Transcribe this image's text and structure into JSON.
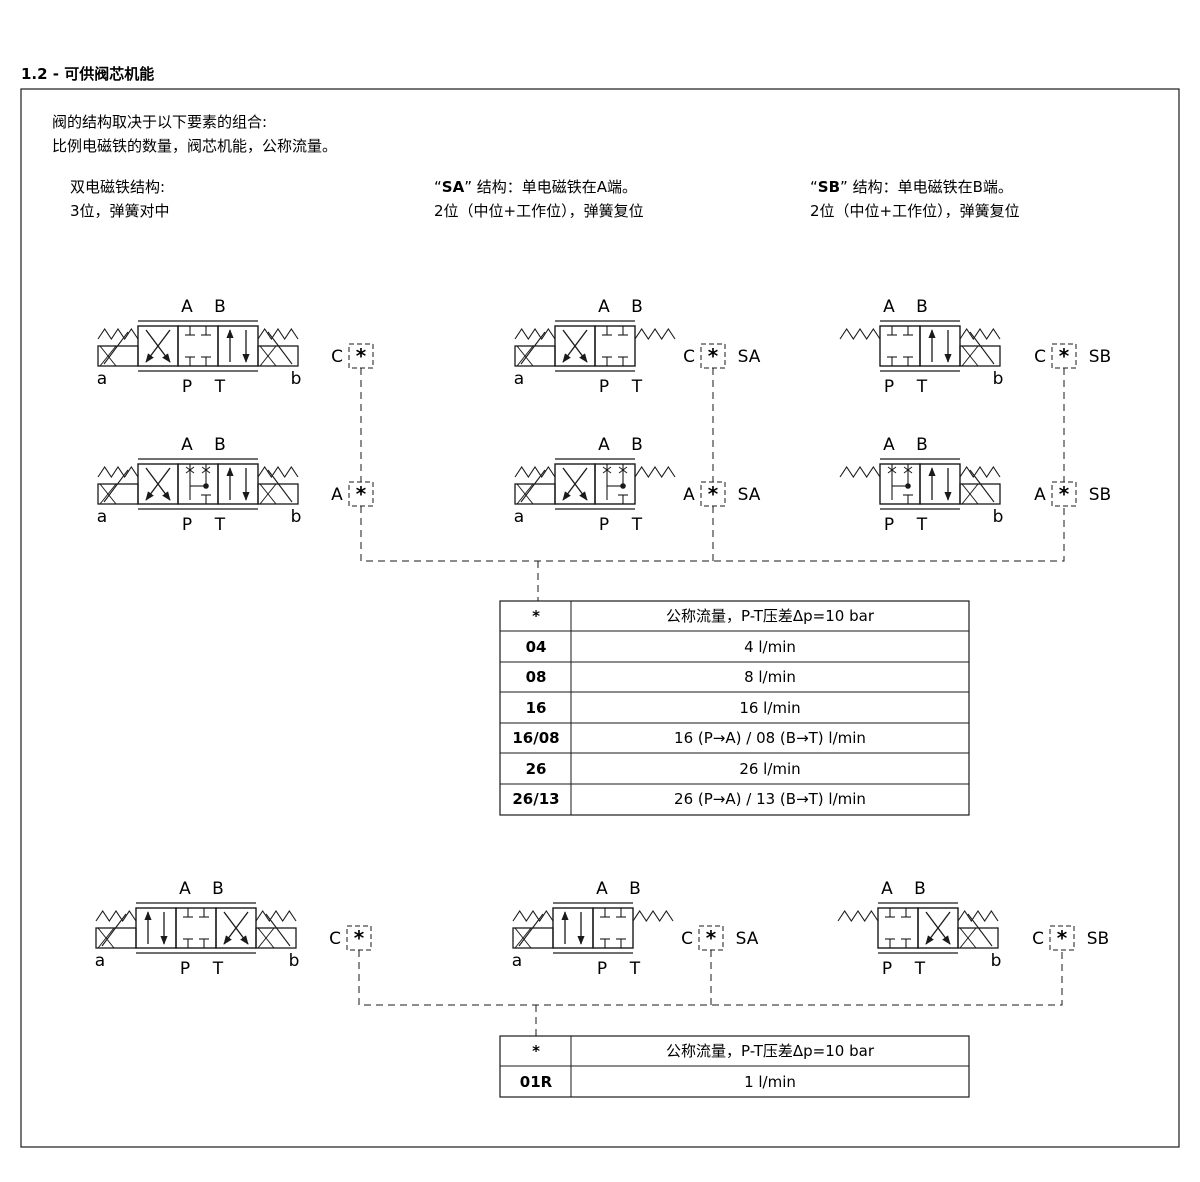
{
  "section_title": "1.2 - 可供阀芯机能",
  "intro": [
    "阀的结构取决于以下要素的组合:",
    "比例电磁铁的数量，阀芯机能，公称流量。"
  ],
  "columns": [
    {
      "line1": "双电磁铁结构:",
      "line2": "3位，弹簧对中"
    },
    {
      "line1_pre": "“",
      "line1_bold": "SA",
      "line1_post": "” 结构：单电磁铁在A端。",
      "line2": "2位（中位+工作位），弹簧复位"
    },
    {
      "line1_pre": "“",
      "line1_bold": "SB",
      "line1_post": "” 结构：单电磁铁在B端。",
      "line2": "2位（中位+工作位），弹簧复位"
    }
  ],
  "port_labels": {
    "A": "A",
    "B": "B",
    "P": "P",
    "T": "T",
    "a": "a",
    "b": "b"
  },
  "codes": {
    "C": "C",
    "A": "A",
    "star": "*",
    "SA": "SA",
    "SB": "SB"
  },
  "table1": {
    "header": [
      "*",
      "公称流量，P-T压差Δp=10 bar"
    ],
    "rows": [
      [
        "04",
        "4 l/min"
      ],
      [
        "08",
        "8 l/min"
      ],
      [
        "16",
        "16 l/min"
      ],
      [
        "16/08",
        "16 (P→A) / 08 (B→T) l/min"
      ],
      [
        "26",
        "26 l/min"
      ],
      [
        "26/13",
        "26 (P→A) / 13 (B→T) l/min"
      ]
    ]
  },
  "table2": {
    "header": [
      "*",
      "公称流量，P-T压差Δp=10 bar"
    ],
    "rows": [
      [
        "01R",
        "1 l/min"
      ]
    ]
  }
}
